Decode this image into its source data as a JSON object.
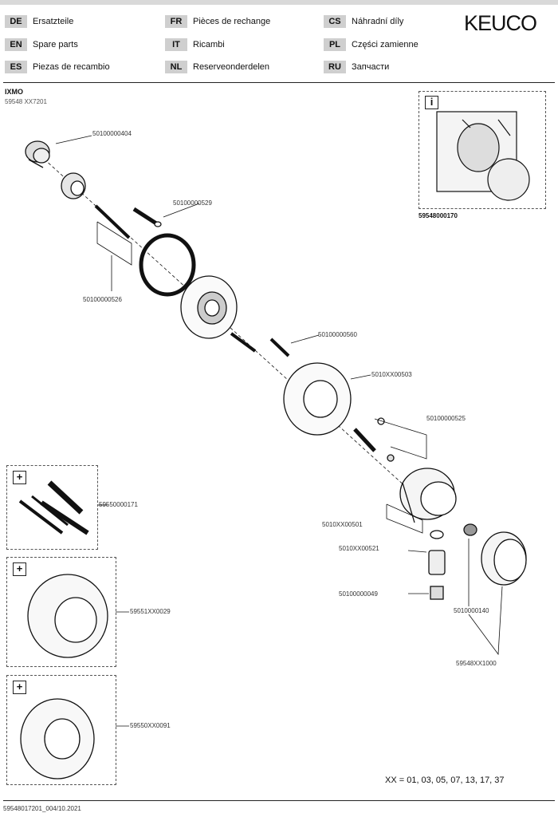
{
  "languages": [
    {
      "code": "DE",
      "name": "Ersatzteile"
    },
    {
      "code": "FR",
      "name": "Pièces de rechange"
    },
    {
      "code": "CS",
      "name": "Náhradní díly"
    },
    {
      "code": "EN",
      "name": "Spare parts"
    },
    {
      "code": "IT",
      "name": "Ricambi"
    },
    {
      "code": "PL",
      "name": "Części zamienne"
    },
    {
      "code": "ES",
      "name": "Piezas de recambio"
    },
    {
      "code": "NL",
      "name": "Reserveonderdelen"
    },
    {
      "code": "RU",
      "name": "Запчасти"
    }
  ],
  "brand": "KEUCO",
  "product": {
    "title": "IXMO",
    "subtitle": "59548 XX7201"
  },
  "parts": {
    "p1": "50100000404",
    "p2": "50100000529",
    "p3": "50100000526",
    "p4": "50100000560",
    "p5": "5010XX00503",
    "p6": "50100000525",
    "p7": "5010XX00501",
    "p8": "5010XX00521",
    "p9": "50100000049",
    "p10": "5010000140",
    "p11": "59548XX1000"
  },
  "inset": {
    "tag": "i",
    "part": "59548000170"
  },
  "kits": [
    {
      "tag": "+",
      "part": "59550000171"
    },
    {
      "tag": "+",
      "part": "59551XX0029"
    },
    {
      "tag": "+",
      "part": "59550XX0091"
    }
  ],
  "footer": {
    "colors": "XX = 01, 03, 05, 07, 13, 17, 37",
    "doc": "59548017201_004/10.2021"
  }
}
